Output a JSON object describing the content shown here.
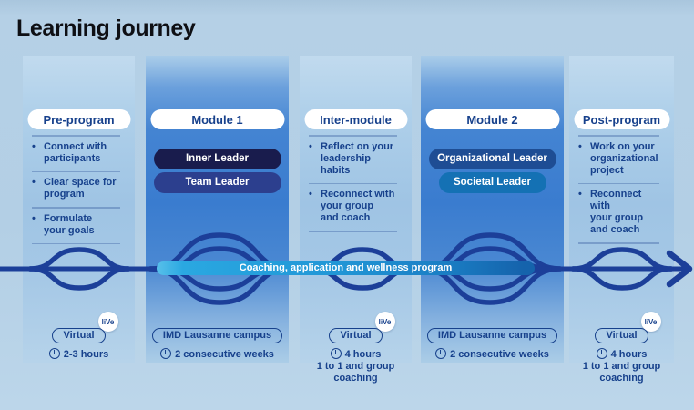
{
  "title": "Learning journey",
  "coaching_banner": "Coaching, application and wellness program",
  "live_badge": "liVe",
  "colors": {
    "navy_text": "#17418c",
    "flow_line": "#1c3f99",
    "banner_cyan_start": "#29a8e0",
    "banner_blue_end": "#1563ac",
    "inner_leader": "#191c4d",
    "team_leader": "#2c3f8e",
    "organizational_leader": "#1e4d94",
    "societal_leader": "#1471b4"
  },
  "columns": [
    {
      "header": "Pre-program",
      "bullets": [
        "Connect with\nparticipants",
        "Clear space for\nprogram",
        "Formulate\nyour goals"
      ],
      "venue": "Virtual",
      "has_live": true,
      "duration": "2-3 hours",
      "duration_extra": ""
    },
    {
      "header": "Module 1",
      "pills": [
        {
          "label": "Inner Leader",
          "color": "#191c4d"
        },
        {
          "label": "Team Leader",
          "color": "#2c3f8e"
        }
      ],
      "venue": "IMD Lausanne campus",
      "has_live": false,
      "duration": "2 consecutive weeks",
      "duration_extra": ""
    },
    {
      "header": "Inter-module",
      "bullets": [
        "Reflect on your\nleadership\nhabits",
        "Reconnect with\nyour group\nand coach"
      ],
      "venue": "Virtual",
      "has_live": true,
      "duration": "4 hours",
      "duration_extra": "1 to 1 and group\ncoaching"
    },
    {
      "header": "Module 2",
      "pills": [
        {
          "label": "Organizational Leader",
          "color": "#1e4d94"
        },
        {
          "label": "Societal Leader",
          "color": "#1471b4"
        }
      ],
      "venue": "IMD Lausanne campus",
      "has_live": false,
      "duration": "2 consecutive weeks",
      "duration_extra": ""
    },
    {
      "header": "Post-program",
      "bullets": [
        "Work on your\norganizational\nproject",
        "Reconnect with\nyour group\nand coach"
      ],
      "venue": "Virtual",
      "has_live": true,
      "duration": "4 hours",
      "duration_extra": "1 to 1 and group\ncoaching"
    }
  ]
}
